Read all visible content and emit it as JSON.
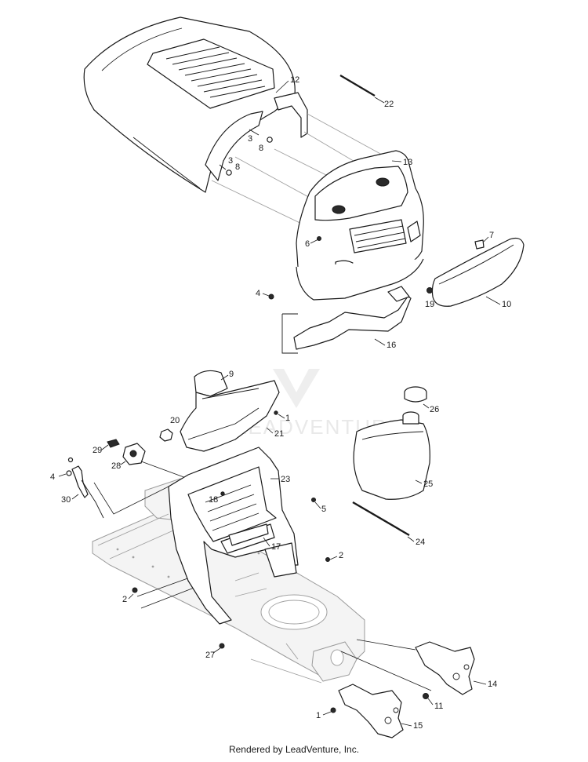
{
  "watermark": "LEADVENTURE",
  "footer": "Rendered by LeadVenture, Inc.",
  "callouts": [
    "1",
    "2",
    "3",
    "4",
    "5",
    "6",
    "7",
    "8",
    "9",
    "10",
    "11",
    "12",
    "13",
    "14",
    "15",
    "16",
    "17",
    "18",
    "19",
    "20",
    "21",
    "22",
    "23",
    "24",
    "25",
    "26",
    "27",
    "28",
    "29",
    "30"
  ]
}
